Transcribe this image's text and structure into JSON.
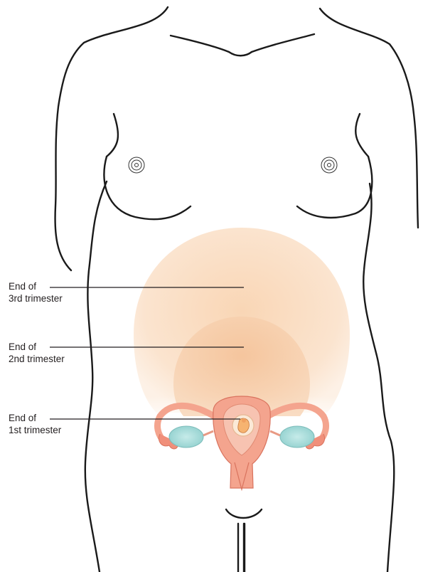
{
  "labels": [
    {
      "line1": "End of",
      "line2": "3rd trimester"
    },
    {
      "line1": "End of",
      "line2": "2nd trimester"
    },
    {
      "line1": "End of",
      "line2": "1st trimester"
    }
  ],
  "colors": {
    "outline": "#1a1a1a",
    "third_trimester_fill": "#fbe3cc",
    "second_trimester_fill": "#f7cfa9",
    "uterus": "#f0a08a",
    "ovary": "#a9dcdb"
  }
}
